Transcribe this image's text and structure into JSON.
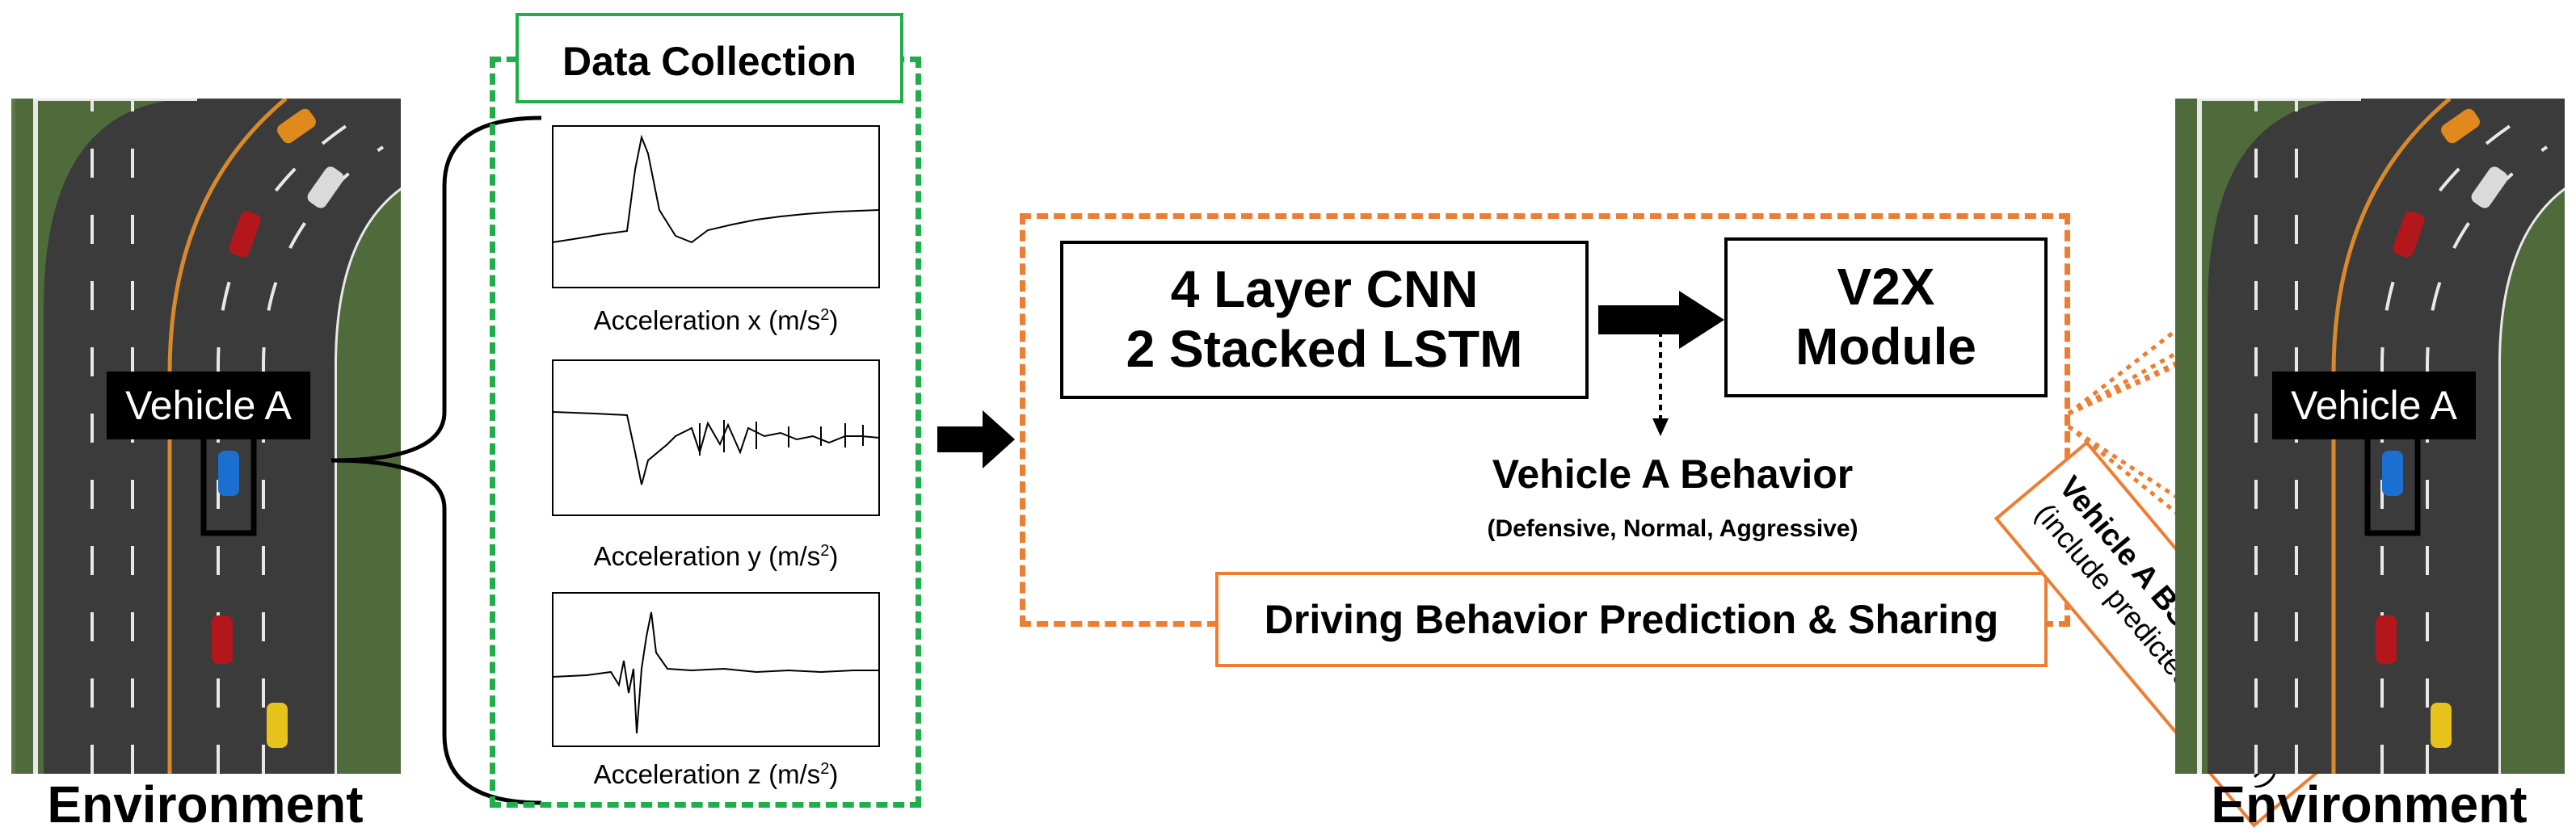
{
  "data_collection": {
    "title": "Data Collection"
  },
  "plots": [
    {
      "label_prefix": "Acceleration x (m/s",
      "label_sup": "2",
      "label_suffix": ")"
    },
    {
      "label_prefix": "Acceleration y (m/s",
      "label_sup": "2",
      "label_suffix": ")"
    },
    {
      "label_prefix": "Acceleration z (m/s",
      "label_sup": "2",
      "label_suffix": ")"
    }
  ],
  "model": {
    "line1": "4 Layer CNN",
    "line2": "2 Stacked LSTM"
  },
  "v2x": {
    "line1": "V2X",
    "line2": "Module"
  },
  "behavior": {
    "title": "Vehicle A Behavior",
    "classes": "(Defensive, Normal, Aggressive)"
  },
  "prediction_box": {
    "title": "Driving Behavior Prediction & Sharing"
  },
  "broadcast": {
    "line1": "Vehicle A BSM Broadcast",
    "line2": "(include predicted behavior)"
  },
  "environment_left": {
    "label": "Environment",
    "vehicle": "Vehicle A"
  },
  "environment_right": {
    "label": "Environment",
    "vehicle": "Vehicle A"
  },
  "colors": {
    "green": "#1fae4b",
    "orange": "#ed7d31",
    "black": "#000000",
    "grass": "#4f6b3b",
    "road": "#3b3b3b"
  }
}
